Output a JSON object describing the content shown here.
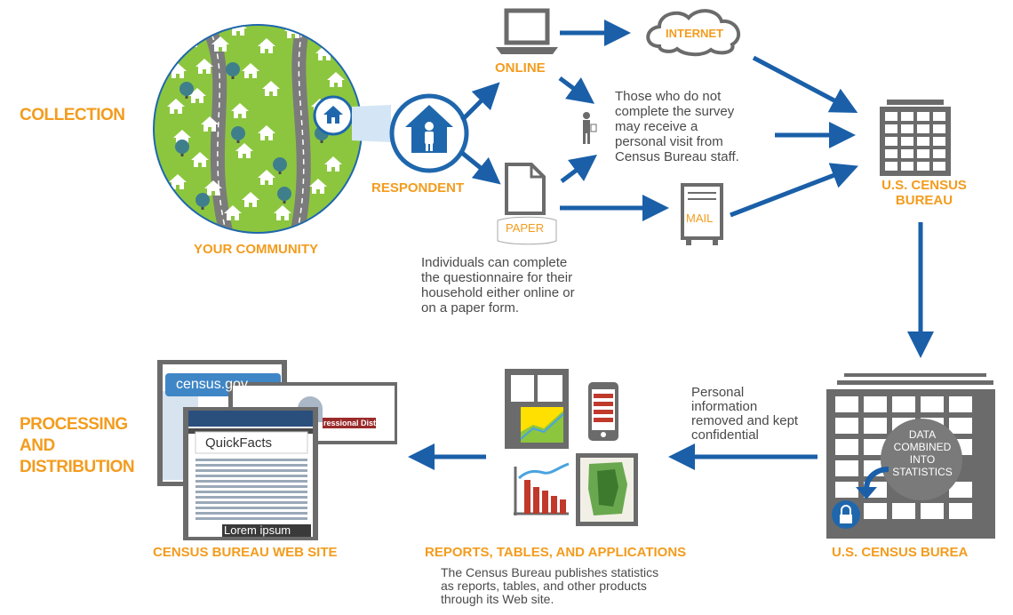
{
  "sections": {
    "collection": "COLLECTION",
    "processing": [
      "PROCESSING",
      "AND",
      "DISTRIBUTION"
    ]
  },
  "labels": {
    "community": "YOUR COMMUNITY",
    "respondent": "RESPONDENT",
    "online": "ONLINE",
    "paper": "PAPER",
    "internet": "INTERNET",
    "mail": "MAIL",
    "bureau_top": [
      "U.S. CENSUS",
      "BUREAU"
    ],
    "bureau_bottom": "U.S. CENSUS BUREA",
    "data_combined": [
      "DATA",
      "COMBINED",
      "INTO",
      "STATISTICS"
    ],
    "reports": "REPORTS, TABLES, AND APPLICATIONS",
    "website": "CENSUS BUREAU WEB SITE",
    "census_gov": "census.gov",
    "quickfacts": "QuickFacts",
    "lorem": "Lorem ipsum",
    "district": "ressional District"
  },
  "notes": {
    "visit": [
      "Those who do not",
      "complete the survey",
      "may receive a",
      "personal visit from",
      "Census Bureau staff."
    ],
    "individuals": [
      "Individuals can complete",
      "the questionnaire for their",
      "household either online or",
      "on a paper form."
    ],
    "personal": [
      "Personal",
      "information",
      "removed and kept",
      "confidential"
    ],
    "publishes": [
      "The Census Bureau publishes statistics",
      "as reports, tables, and other products",
      "through its Web site."
    ]
  },
  "colors": {
    "accent": "#f39c1e",
    "arrow": "#1a5fa8",
    "icon": "#666666",
    "community_green": "#8cc63f",
    "ring": "#1f67ad"
  }
}
